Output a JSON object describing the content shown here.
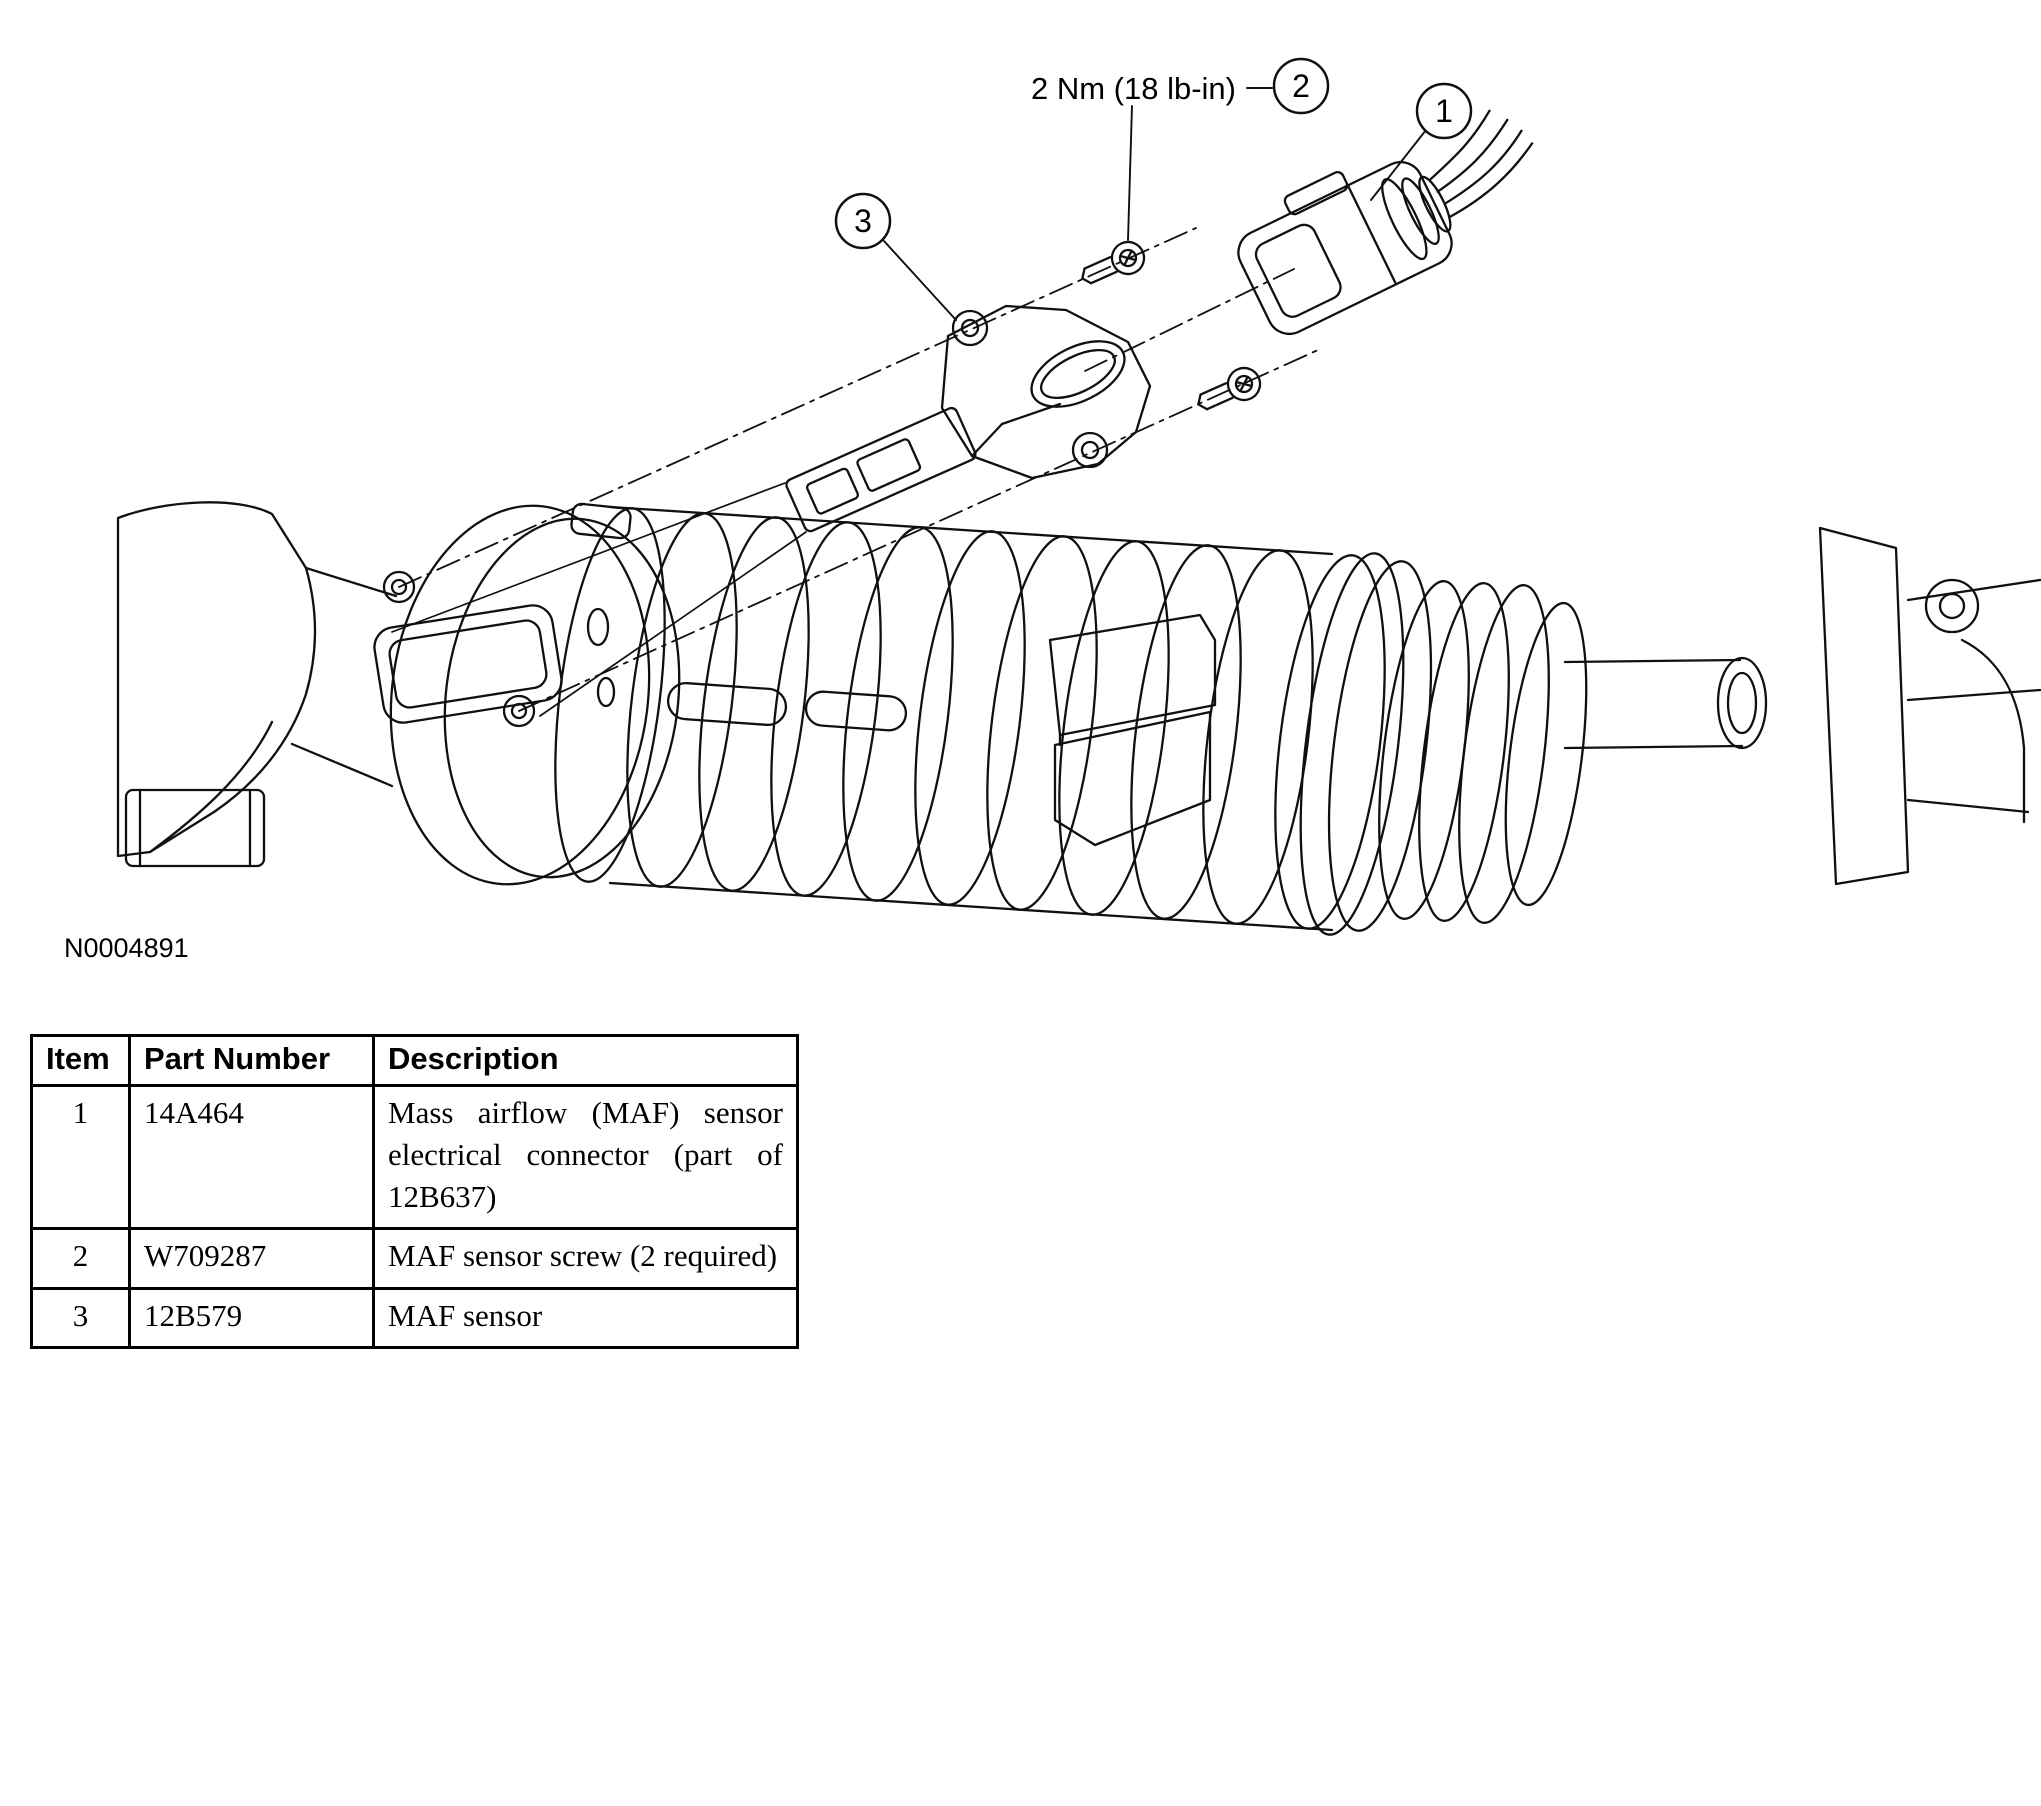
{
  "ink_color": "#000000",
  "background_color": "#ffffff",
  "figure": {
    "id": "N0004891",
    "torque_note": "2 Nm (18 lb-in)",
    "callouts": [
      {
        "number": "1"
      },
      {
        "number": "2"
      },
      {
        "number": "3"
      }
    ]
  },
  "parts_table": {
    "headers": [
      "Item",
      "Part Number",
      "Description"
    ],
    "rows": [
      {
        "item": "1",
        "part_number": "14A464",
        "description": "Mass airflow (MAF) sensor electrical connector (part of 12B637)"
      },
      {
        "item": "2",
        "part_number": "W709287",
        "description": "MAF sensor screw (2 required)"
      },
      {
        "item": "3",
        "part_number": "12B579",
        "description": "MAF sensor"
      }
    ]
  }
}
